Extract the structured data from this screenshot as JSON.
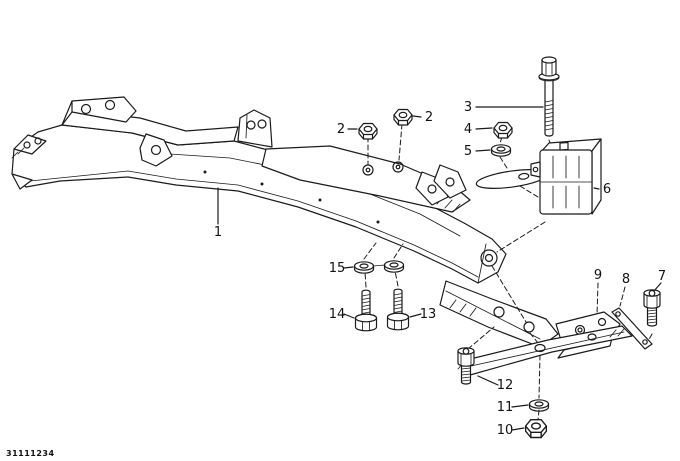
{
  "figure": {
    "background": "#ffffff",
    "line_color": "#1b1b1b",
    "text_color": "#111111",
    "code": "31111234"
  },
  "callouts": [
    {
      "label": "1",
      "part": "front-axle-support-crossmember"
    },
    {
      "label": "2",
      "part": "hex-nut"
    },
    {
      "label": "2",
      "part": "hex-nut"
    },
    {
      "label": "3",
      "part": "hex-bolt-long"
    },
    {
      "label": "4",
      "part": "hex-nut"
    },
    {
      "label": "5",
      "part": "washer"
    },
    {
      "label": "6",
      "part": "rubber-mount"
    },
    {
      "label": "7",
      "part": "socket-head-screw"
    },
    {
      "label": "8",
      "part": "shim-strip"
    },
    {
      "label": "9",
      "part": "support-bracket"
    },
    {
      "label": "10",
      "part": "hex-nut"
    },
    {
      "label": "11",
      "part": "washer"
    },
    {
      "label": "12",
      "part": "socket-head-screw"
    },
    {
      "label": "13",
      "part": "hex-bolt"
    },
    {
      "label": "14",
      "part": "hex-bolt"
    },
    {
      "label": "15",
      "part": "washer-pair"
    }
  ]
}
